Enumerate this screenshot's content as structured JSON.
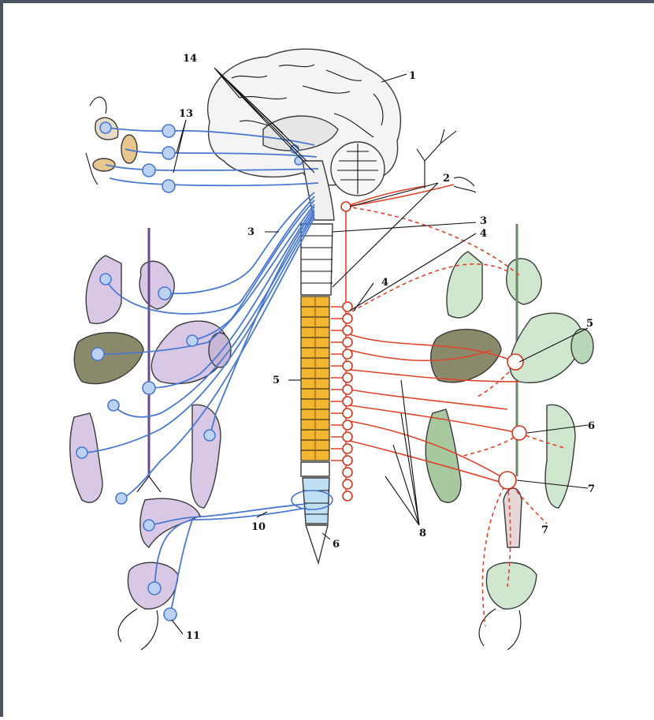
{
  "labels": {
    "l1": "1",
    "l2": "2",
    "l3a": "3",
    "l3b": "3",
    "l4a": "4",
    "l4b": "4",
    "l5a": "5",
    "l5b": "5",
    "l6a": "6",
    "l6b": "6",
    "l7a": "7",
    "l7b": "7",
    "l8": "8",
    "l10": "10",
    "l11": "11",
    "l13": "13",
    "l14": "14"
  },
  "colors": {
    "parasympathetic": "#4a78d0",
    "sympathetic": "#e0442c",
    "lateral_horn": "#f2b630",
    "spinal_sacral": "#bfe0f2",
    "organs_left": "#d8c8e6",
    "organs_right": "#cfe6cf"
  }
}
